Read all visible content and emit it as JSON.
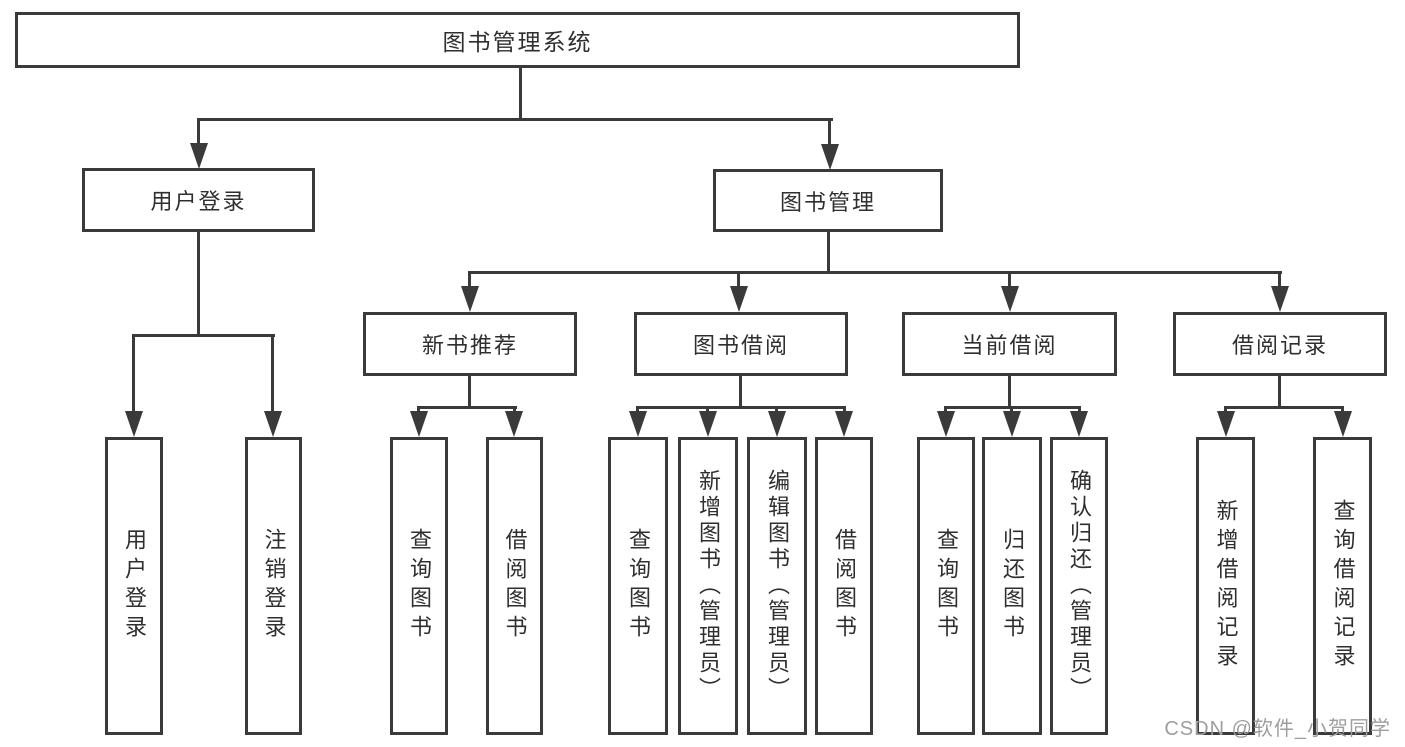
{
  "diagram": {
    "title": "图书管理系统",
    "watermark": "CSDN @软件_小贺同学",
    "colors": {
      "line": "#3a3a3a",
      "text": "#2f2f2f",
      "watermark": "#9e9e9e",
      "background": "#ffffff"
    },
    "nodes": {
      "root": "图书管理系统",
      "user_login": "用户登录",
      "book_mgmt": "图书管理",
      "new_book_rec": "新书推荐",
      "book_borrowing": "图书借阅",
      "current_borrowing": "当前借阅",
      "borrowing_records": "借阅记录",
      "leaf_user_login": "用户登录",
      "leaf_logout": "注销登录",
      "leaf_query_books_rec": "查询图书",
      "leaf_borrow_books_rec": "借阅图书",
      "leaf_query_books_borrow": "查询图书",
      "leaf_add_book_admin": "新增图书（管理员）",
      "leaf_edit_book_admin": "编辑图书（管理员）",
      "leaf_borrow_books_borrow": "借阅图书",
      "leaf_query_books_current": "查询图书",
      "leaf_return_books": "归还图书",
      "leaf_confirm_return_admin": "确认归还（管理员）",
      "leaf_add_borrow_record": "新增借阅记录",
      "leaf_query_borrow_record": "查询借阅记录"
    },
    "hierarchy": {
      "图书管理系统": [
        "用户登录",
        "图书管理"
      ],
      "用户登录": [
        "用户登录",
        "注销登录"
      ],
      "图书管理": [
        "新书推荐",
        "图书借阅",
        "当前借阅",
        "借阅记录"
      ],
      "新书推荐": [
        "查询图书",
        "借阅图书"
      ],
      "图书借阅": [
        "查询图书",
        "新增图书（管理员）",
        "编辑图书（管理员）",
        "借阅图书"
      ],
      "当前借阅": [
        "查询图书",
        "归还图书",
        "确认归还（管理员）"
      ],
      "借阅记录": [
        "新增借阅记录",
        "查询借阅记录"
      ]
    }
  }
}
